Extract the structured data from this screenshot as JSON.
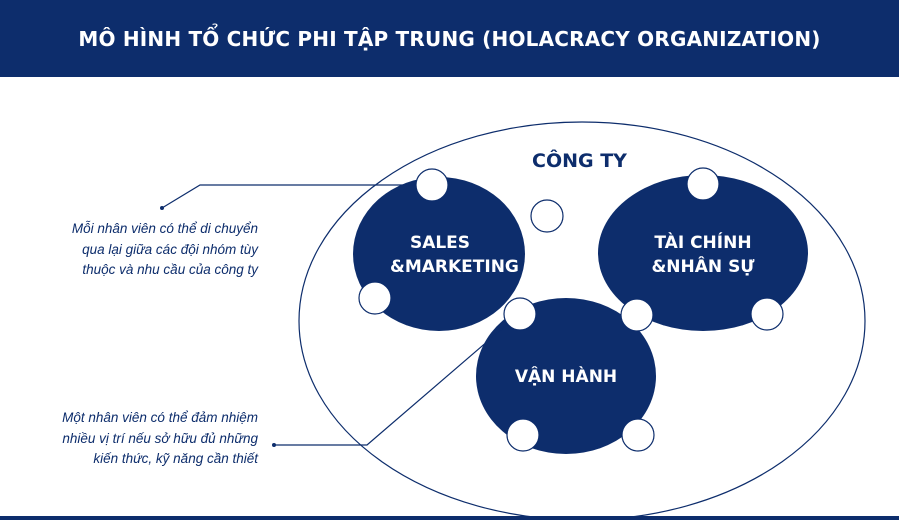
{
  "title": "MÔ HÌNH TỔ CHỨC PHI TẬP TRUNG (HOLACRACY ORGANIZATION)",
  "company_label": "CÔNG TY",
  "teams": {
    "sales": [
      "SALES",
      "&MARKETING"
    ],
    "finance": [
      "TÀI CHÍNH",
      "&NHÂN SỰ"
    ],
    "operations": [
      "VẬN HÀNH"
    ]
  },
  "notes": {
    "mobility": [
      "Mỗi nhân viên có thể di chuyển",
      "qua lại giữa các đội nhóm tùy",
      "thuộc và nhu cầu của công ty"
    ],
    "multi_role": [
      "Một nhân viên có thể đảm nhiệm",
      "nhiều vị trí nếu sở hữu đủ những",
      "kiến thức, kỹ năng cần thiết"
    ]
  },
  "colors": {
    "primary": "#0d2d6c",
    "background": "#ffffff"
  }
}
